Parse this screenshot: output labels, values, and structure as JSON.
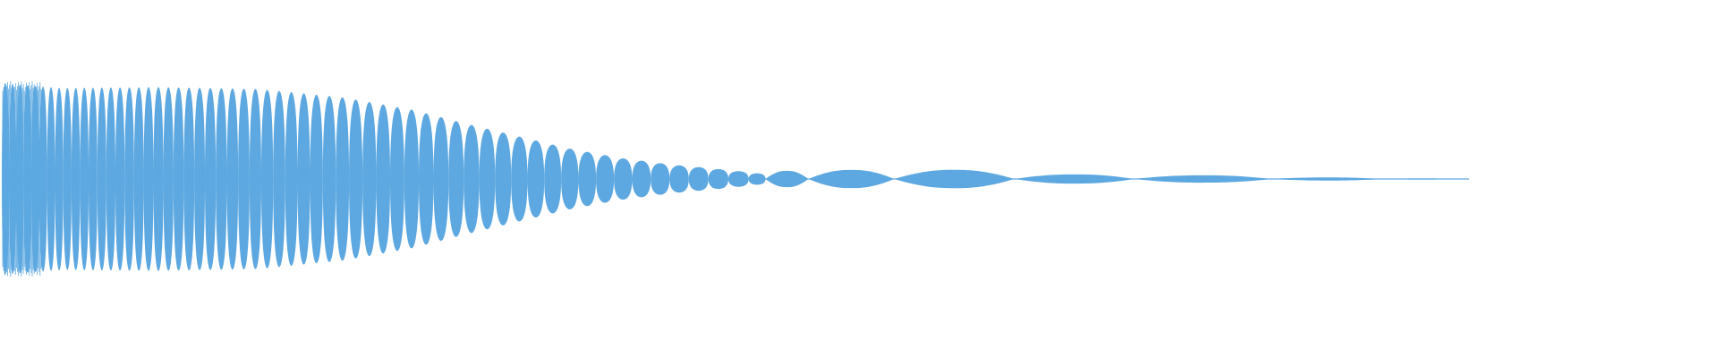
{
  "chart_data": {
    "type": "area",
    "title": "",
    "xlabel": "",
    "ylabel": "",
    "color": "#5DA8E0",
    "background": "#FFFFFF",
    "ylim": [
      -1,
      1
    ],
    "grid": false,
    "legend": "none",
    "series": [
      {
        "envelope": [
          {
            "t": 0.0,
            "amp": 1.0
          },
          {
            "t": 0.035,
            "amp": 0.95
          },
          {
            "t": 0.09,
            "amp": 0.96
          },
          {
            "t": 0.15,
            "amp": 0.94
          },
          {
            "t": 0.2,
            "amp": 0.85
          },
          {
            "t": 0.24,
            "amp": 0.72
          },
          {
            "t": 0.27,
            "amp": 0.58
          },
          {
            "t": 0.3,
            "amp": 0.45
          },
          {
            "t": 0.33,
            "amp": 0.32
          },
          {
            "t": 0.36,
            "amp": 0.22
          },
          {
            "t": 0.39,
            "amp": 0.15
          },
          {
            "t": 0.42,
            "amp": 0.1
          },
          {
            "t": 0.44,
            "amp": 0.06
          },
          {
            "t": 0.46,
            "amp": 0.04
          }
        ],
        "lobes": [
          {
            "start": 0.445,
            "end": 0.47,
            "amp": 0.085
          },
          {
            "start": 0.47,
            "end": 0.52,
            "amp": 0.095
          },
          {
            "start": 0.52,
            "end": 0.59,
            "amp": 0.096
          },
          {
            "start": 0.59,
            "end": 0.66,
            "amp": 0.048
          },
          {
            "start": 0.66,
            "end": 0.74,
            "amp": 0.038
          },
          {
            "start": 0.74,
            "end": 0.805,
            "amp": 0.016
          },
          {
            "start": 0.805,
            "end": 0.85,
            "amp": 0.006
          }
        ]
      }
    ]
  }
}
